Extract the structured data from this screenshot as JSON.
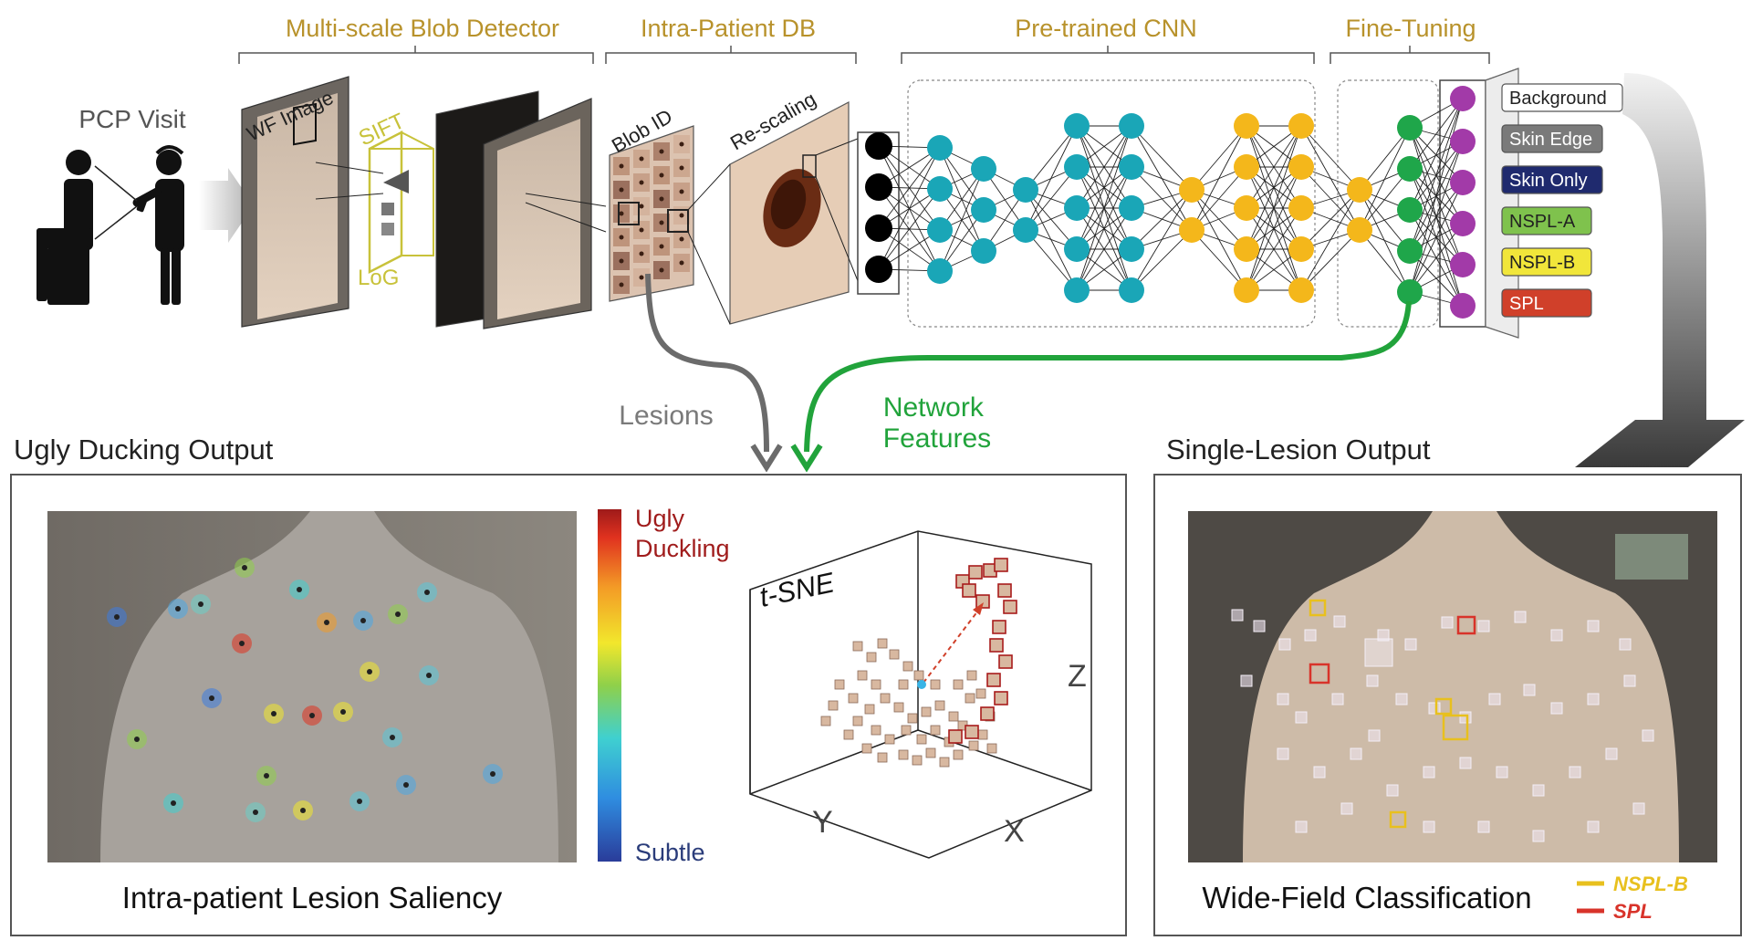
{
  "stages": {
    "blob_detector": "Multi-scale Blob Detector",
    "intra_patient_db": "Intra-Patient DB",
    "pretrained_cnn": "Pre-trained CNN",
    "fine_tuning": "Fine-Tuning"
  },
  "visit": {
    "label": "PCP Visit"
  },
  "image_labels": {
    "wf_image": "WF Image",
    "sift": "SIFT",
    "log": "LoG",
    "blob_id": "Blob ID",
    "rescaling": "Re-scaling"
  },
  "classes": [
    {
      "label": "Background",
      "bg": "#ffffff",
      "fg": "#222222"
    },
    {
      "label": "Skin Edge",
      "bg": "#7a7a7a",
      "fg": "#ffffff"
    },
    {
      "label": "Skin Only",
      "bg": "#1f2a6e",
      "fg": "#ffffff"
    },
    {
      "label": "NSPL-A",
      "bg": "#7fc24d",
      "fg": "#222222"
    },
    {
      "label": "NSPL-B",
      "bg": "#f1e63a",
      "fg": "#222222"
    },
    {
      "label": "SPL",
      "bg": "#d0402a",
      "fg": "#ffffff"
    }
  ],
  "flows": {
    "lesions": "Lesions",
    "network_features": "Network Features"
  },
  "ugly": {
    "title": "Ugly Ducking Output",
    "caption": "Intra-patient Lesion Saliency",
    "scale_top": "Ugly Duckling",
    "scale_bottom": "Subtle",
    "tsne": "t-SNE",
    "axis_x": "X",
    "axis_y": "Y",
    "axis_z": "Z"
  },
  "single": {
    "title": "Single-Lesion Output",
    "caption": "Wide-Field Classification",
    "legend": [
      {
        "label": "NSPL-B",
        "color": "#e8c01e"
      },
      {
        "label": "SPL",
        "color": "#d8332a"
      }
    ]
  },
  "colors": {
    "stage_title": "#b8922b",
    "cnn_teal": "#1aa6b7",
    "cnn_yellow": "#f4b71b",
    "ft_green": "#1fa64a",
    "out_purple": "#a23aa8",
    "flow_green": "#21a33b",
    "flow_gray": "#6b6b6b"
  }
}
